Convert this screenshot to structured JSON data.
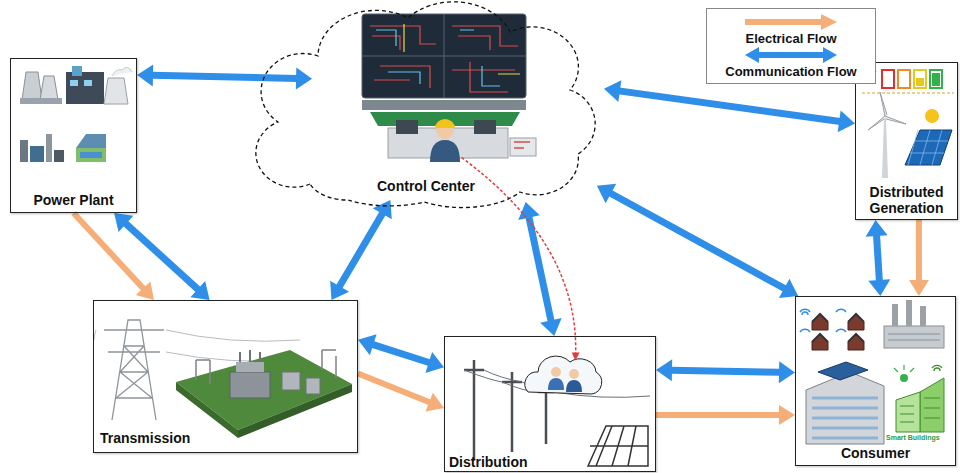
{
  "diagram": {
    "nodes": [
      {
        "text": [
          "Power Plant"
        ]
      },
      {
        "text": [
          "Control Center"
        ]
      },
      {
        "text": [
          "Distributed Generation"
        ]
      },
      {
        "text": [
          "Transmission"
        ]
      },
      {
        "text": [
          "Distribution"
        ]
      },
      {
        "text": [
          "Consumer"
        ]
      }
    ],
    "edges": [
      {
        "from": 0,
        "to": 1,
        "arrow": "both"
      },
      {
        "from": 0,
        "to": 3,
        "arrow": "both"
      },
      {
        "from": 0,
        "to": 3,
        "arrow": "to"
      },
      {
        "from": 1,
        "to": 2,
        "arrow": "both"
      },
      {
        "from": 3,
        "to": 1,
        "arrow": "both"
      },
      {
        "from": 1,
        "to": 4,
        "arrow": "both"
      },
      {
        "from": 1,
        "to": 5,
        "arrow": "both"
      },
      {
        "from": 1,
        "to": 4,
        "arrow": "to"
      },
      {
        "from": 2,
        "to": 5,
        "arrow": "both"
      },
      {
        "from": 2,
        "to": 5,
        "arrow": "to"
      },
      {
        "from": 3,
        "to": 4,
        "arrow": "both"
      },
      {
        "from": 3,
        "to": 4,
        "arrow": "to"
      },
      {
        "from": 4,
        "to": 5,
        "arrow": "both"
      },
      {
        "from": 4,
        "to": 5,
        "arrow": "to"
      }
    ],
    "labels": [
      "Smart Buildings"
    ],
    "legend": [
      {
        "text": "Electrical Flow",
        "color": "#f5ae78"
      },
      {
        "text": "Communication Flow",
        "color": "#2f8fe8"
      }
    ]
  }
}
